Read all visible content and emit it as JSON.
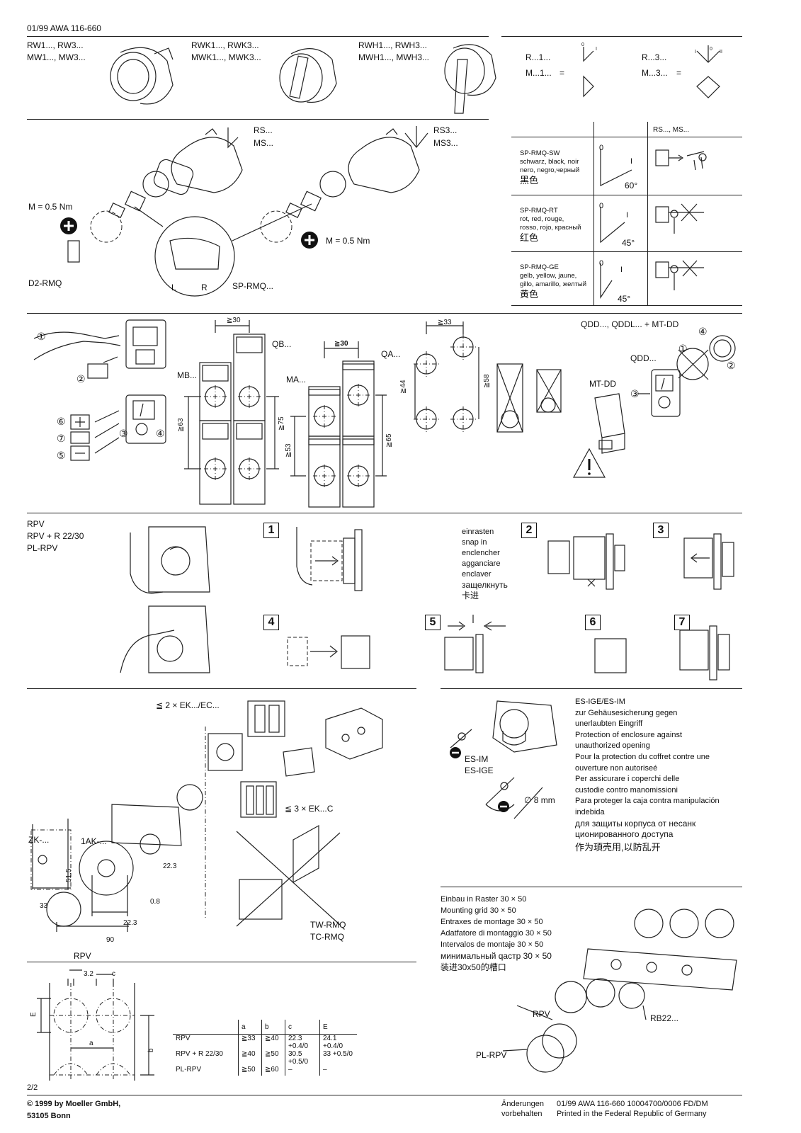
{
  "header": {
    "doc_ref": "01/99 AWA 116-660"
  },
  "top_row": {
    "rw": [
      "RW1..., RW3...",
      "MW1..., MW3..."
    ],
    "rwk": [
      "RWK1..., RWK3...",
      "MWK1..., MWK3..."
    ],
    "rwh": [
      "RWH1..., RWH3...",
      "MWH1..., MWH3..."
    ],
    "r1": [
      "R...1...",
      "M...1..."
    ],
    "r3": [
      "R...3...",
      "M...3..."
    ],
    "equals": "=",
    "pos_0": "0",
    "pos_I": "I",
    "pos_II": "II"
  },
  "section2": {
    "rs": [
      "RS...",
      "MS..."
    ],
    "rs3": [
      "RS3...",
      "MS3..."
    ],
    "torque": "M = 0.5 Nm",
    "d2": "D2-RMQ",
    "sp": "SP-RMQ...",
    "l": "L",
    "r": "R",
    "table_header": "RS..., MS...",
    "rows": [
      {
        "code": "SP-RMQ-SW",
        "desc": [
          "schwarz, black, noir",
          "nero, negro,черный"
        ],
        "cn": "黑色",
        "angle": "60°"
      },
      {
        "code": "SP-RMQ-RT",
        "desc": [
          "rot, red, rouge,",
          "rosso, rojo, красный"
        ],
        "cn": "红色",
        "angle": "45°"
      },
      {
        "code": "SP-RMQ-GE",
        "desc": [
          "gelb, yellow, jaune,",
          "gillo, amarillo, желтый"
        ],
        "cn": "黄色",
        "angle": "45°"
      }
    ]
  },
  "section3": {
    "circ1": "①",
    "circ2": "②",
    "circ3": "③",
    "circ4": "④",
    "circ5": "⑤",
    "circ6": "⑥",
    "circ7": "⑦",
    "ge30": "≧30",
    "ge33": "≧33",
    "ge44": "≧44",
    "ge58": "≧58",
    "ge63": "≧63",
    "ge75": "≧75",
    "ge53": "≧53",
    "ge65": "≧65",
    "qb": "QB...",
    "mb": "MB...",
    "qa": "QA...",
    "ma": "MA...",
    "qdd_title": "QDD..., QDDL... + MT-DD",
    "qdd": "QDD...",
    "mtdd": "MT-DD"
  },
  "section4": {
    "labels": [
      "RPV",
      "RPV + R 22/30",
      "PL-RPV"
    ],
    "steps": [
      "1",
      "2",
      "3",
      "4",
      "5",
      "6",
      "7"
    ],
    "snap": [
      "einrasten",
      "snap in",
      "enclencher",
      "agganciare",
      "enclaver",
      "защелкнуть",
      "卡进"
    ]
  },
  "section5": {
    "ek2": "≦ 2 × EK.../EC...",
    "ek3": "≦ 3 × EK...C",
    "zk": "ZK-...",
    "ak": "1AK-...",
    "d515": "51.5",
    "d33": "33",
    "d223a": "22.3",
    "d223b": "22.3",
    "d08": "0.8",
    "d90": "90",
    "rpv": "RPV",
    "tw": [
      "TW-RMQ",
      "TC-RMQ"
    ],
    "es_title": "ES-IGE/ES-IM",
    "es_text": [
      "zur Gehäusesicherung gegen",
      "unerlaubten Eingriff",
      "Protection of enclosure against",
      "unauthorized opening",
      "Pour la protection du coffret contre une",
      "ouverture non autoriseé",
      "Per assicurare i coperchi delle",
      "custodie contro manomissioni",
      "Para proteger la caja contra manipulación",
      "indebida"
    ],
    "es_ru": [
      "для защиты корпуса от несанк",
      "ционированного доступа"
    ],
    "es_cn": "作为頊壳用,以防乱开",
    "esim": "ES-IM",
    "esige": "ES-IGE",
    "d8": "∅ 8 mm"
  },
  "section6": {
    "grid_text": [
      "Einbau in Raster 30 × 50",
      "Mounting grid 30 × 50",
      "Entraxes de montage 30 × 50",
      "Adatfatore di montaggio 30 × 50",
      "Intervalos de montaje 30 × 50"
    ],
    "grid_ru": "минимальный qастр 30 × 50",
    "grid_cn": "装进30x50的槽口",
    "rpv": "RPV",
    "rb": "RB22...",
    "plrpv": "PL-RPV",
    "d32": "3.2",
    "c": "c",
    "e": "E",
    "a": "a",
    "b": "b",
    "table": {
      "headers": [
        "",
        "a",
        "b",
        "c",
        "E"
      ],
      "rows": [
        [
          "RPV",
          "≧33",
          "≧40",
          "22.3 +0.4/0",
          "24.1 +0.4/0"
        ],
        [
          "RPV + R 22/30",
          "≧40",
          "≧50",
          "30.5 +0.5/0",
          "33 +0.5/0"
        ],
        [
          "PL-RPV",
          "≧50",
          "≧60",
          "–",
          "–"
        ]
      ]
    },
    "page": "2/2"
  },
  "footer": {
    "copyright": "© 1999 by Moeller GmbH,",
    "city": "53105 Bonn",
    "changes": [
      "Änderungen",
      "vorbehalten"
    ],
    "ref": "01/99 AWA 116-660 10004700/0006 FD/DM",
    "printed": "Printed in the Federal Republic of Germany"
  }
}
